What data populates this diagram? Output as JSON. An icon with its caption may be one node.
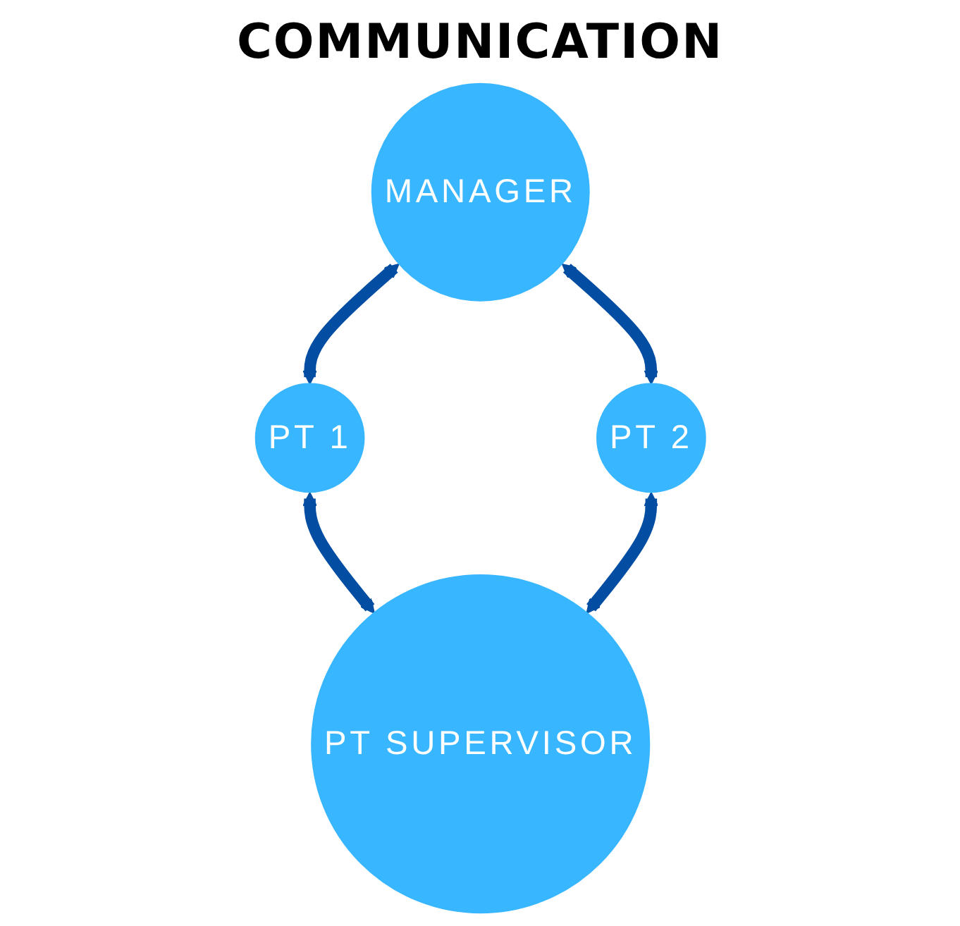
{
  "diagram": {
    "nodes": [
      {
        "text": [
          "MANAGER"
        ]
      },
      {
        "text": [
          "PT 2"
        ]
      },
      {
        "text": [
          "PT 1"
        ]
      },
      {
        "text": [
          "PT SUPERVISOR"
        ]
      }
    ],
    "edges": [
      {
        "from": 0,
        "to": 2,
        "arrow": "both"
      },
      {
        "from": 2,
        "to": 3,
        "arrow": "both"
      },
      {
        "from": 1,
        "to": 3,
        "arrow": "both"
      },
      {
        "from": 0,
        "to": 1,
        "arrow": "both"
      }
    ],
    "labels": [
      "COMMUNICATION"
    ]
  }
}
